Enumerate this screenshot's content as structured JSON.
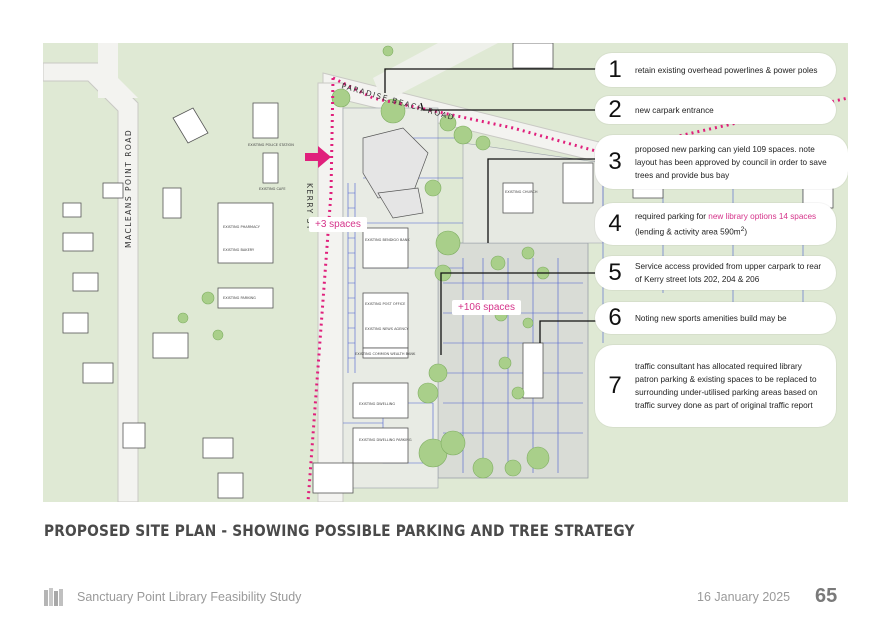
{
  "map": {
    "road_labels": {
      "paradise_beach": "PARADISE BEACH ROAD",
      "macleans_point": "MACLEANS POINT ROAD",
      "kerry": "KERRY ST"
    },
    "building_labels": {
      "police": "EXISTING POLICE STATION",
      "cafe": "EXISTING CAFE",
      "pharmacy": "EXISTING PHARMACY",
      "bakery": "EXISTING BAKERY",
      "parking_west": "EXISTING PARKING",
      "bendigo": "EXISTING BENDIGO BANK",
      "post_office": "EXISTING POST OFFICE",
      "news_agency": "EXISTING NEWS AGENCY",
      "commonwealth": "EXISTING COMMON WEALTH BANK",
      "dwelling": "EXISTING DWELLING",
      "dwelling_parking": "EXISTING DWELLING PARKING",
      "church": "EXISTING CHURCH"
    },
    "spaces_labels": {
      "kerry": "+3 spaces",
      "carpark": "+106 spaces"
    },
    "colors": {
      "boundary": "#e0207c",
      "arrow": "#e0207c",
      "parking_lines": "#4b5fcf",
      "grass": "#dfe9d4",
      "road": "#f4f4f2",
      "tree": "#a9cf8a"
    },
    "callouts": [
      {
        "num": "1",
        "text": "retain existing overhead powerlines & power poles"
      },
      {
        "num": "2",
        "text": "new carpark entrance"
      },
      {
        "num": "3",
        "text": "proposed new parking can yield 109 spaces. note layout has been approved by council in order to save trees and provide bus bay"
      },
      {
        "num": "4",
        "text_pre": "required parking for ",
        "text_highlight": "new library options 14 spaces",
        "text_post": " (lending & activity area 590m",
        "text_sup": "2",
        "text_end": ")"
      },
      {
        "num": "5",
        "text": "Service access provided from upper carpark to rear of Kerry street lots 202, 204 & 206"
      },
      {
        "num": "6",
        "text": "Noting new sports amenities build may be"
      },
      {
        "num": "7",
        "text": "traffic consultant has allocated required library patron parking & existing spaces to be replaced to surrounding under-utilised parking areas based on traffic survey done as part of original traffic report"
      }
    ]
  },
  "title": "PROPOSED SITE PLAN - SHOWING POSSIBLE PARKING AND TREE STRATEGY",
  "footer": {
    "study": "Sanctuary Point Library Feasibility Study",
    "date": "16 January 2025",
    "page": "65",
    "logo_icon": "library-logo-icon"
  }
}
